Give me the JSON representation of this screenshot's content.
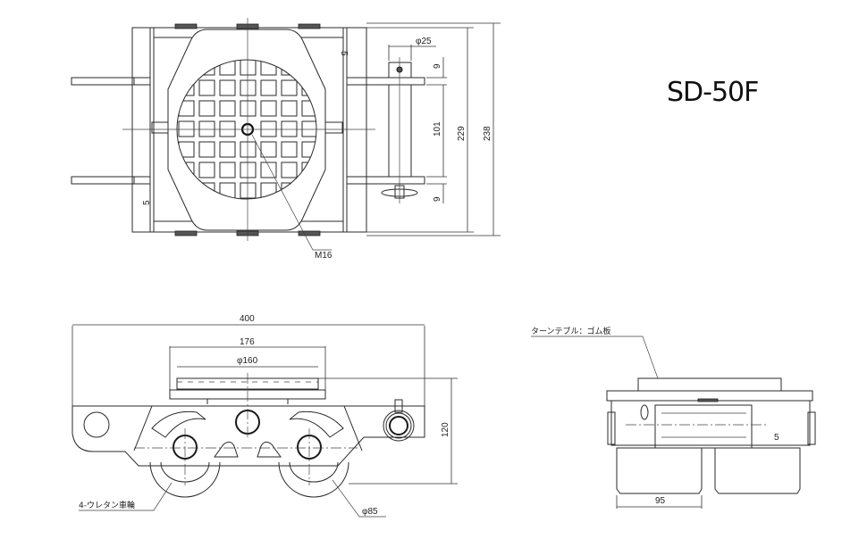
{
  "model": "SD-50F",
  "top_view": {
    "dims": {
      "pin_diameter": "φ25",
      "pin_offset_top": "9",
      "handle_spacing": "101",
      "pin_offset_bottom": "9",
      "inner_height": "229",
      "overall_height": "238"
    },
    "callouts": {
      "center_bolt": "M16"
    },
    "marks": {
      "rotation_number": "5"
    }
  },
  "front_view": {
    "dims": {
      "overall_length": "400",
      "plate_width": "176",
      "turntable_diameter": "φ160",
      "overall_height": "120"
    },
    "callouts": {
      "wheels": "4-ウレタン車輪",
      "wheel_diameter": "φ85"
    }
  },
  "side_view": {
    "dims": {
      "wheel_width": "95"
    },
    "callouts": {
      "turntable": "ターンテブル：ゴム板"
    },
    "marks": {
      "rotation_number": "5"
    }
  }
}
